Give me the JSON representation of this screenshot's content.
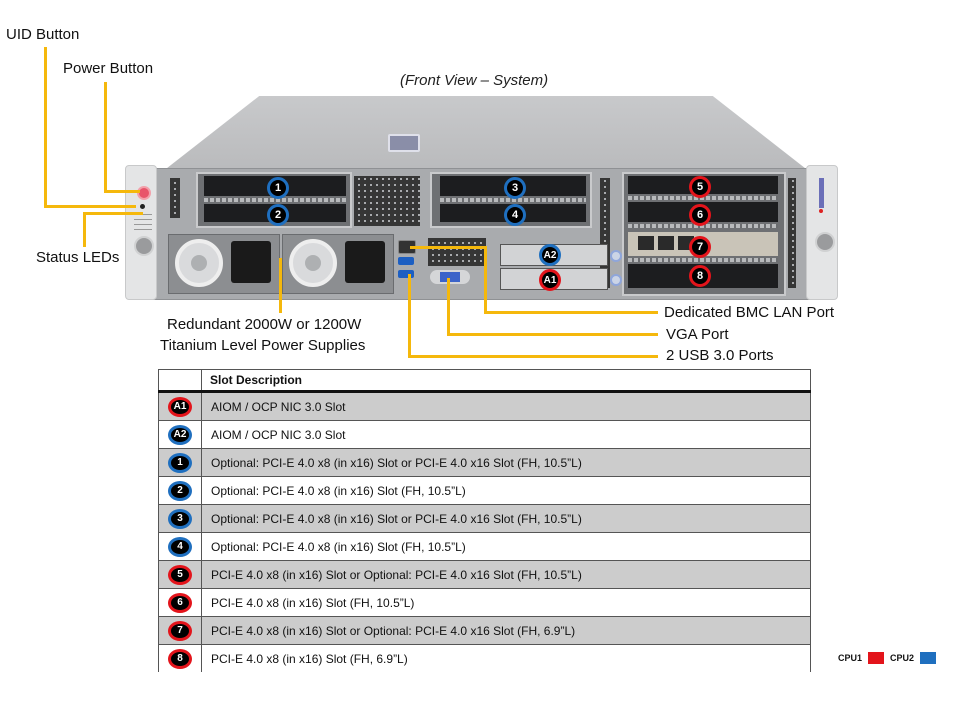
{
  "view_title": "(Front View – System)",
  "callouts": {
    "uid_button": "UID Button",
    "power_button": "Power Button",
    "status_leds": "Status LEDs",
    "psu_line1": "Redundant 2000W or 1200W",
    "psu_line2": "Titanium Level Power Supplies",
    "bmc_lan": "Dedicated BMC LAN Port",
    "vga": "VGA Port",
    "usb": "2 USB 3.0 Ports"
  },
  "colors": {
    "callout_line": "#f5b80c",
    "cpu1": "#e3141b",
    "cpu2": "#1f6fbf",
    "row_shade": "#cccccc"
  },
  "server_badges": {
    "slot1": "1",
    "slot2": "2",
    "slot3": "3",
    "slot4": "4",
    "slot5": "5",
    "slot6": "6",
    "slot7": "7",
    "slot8": "8",
    "a1": "A1",
    "a2": "A2"
  },
  "table": {
    "header": "Slot Description",
    "rows": [
      {
        "badge": "A1",
        "cpu": "CPU1",
        "description": "AIOM / OCP NIC 3.0 Slot"
      },
      {
        "badge": "A2",
        "cpu": "CPU2",
        "description": "AIOM / OCP NIC 3.0 Slot"
      },
      {
        "badge": "1",
        "cpu": "CPU2",
        "description": "Optional: PCI-E 4.0 x8 (in x16) Slot or PCI-E 4.0 x16 Slot (FH, 10.5”L)"
      },
      {
        "badge": "2",
        "cpu": "CPU2",
        "description": "Optional: PCI-E 4.0 x8 (in x16) Slot (FH, 10.5”L)"
      },
      {
        "badge": "3",
        "cpu": "CPU2",
        "description": "Optional: PCI-E 4.0 x8 (in x16) Slot or PCI-E 4.0 x16 Slot (FH, 10.5”L)"
      },
      {
        "badge": "4",
        "cpu": "CPU2",
        "description": "Optional: PCI-E 4.0 x8 (in x16) Slot (FH, 10.5”L)"
      },
      {
        "badge": "5",
        "cpu": "CPU1",
        "description": "PCI-E 4.0 x8 (in x16) Slot or Optional: PCI-E 4.0 x16 Slot (FH, 10.5”L)"
      },
      {
        "badge": "6",
        "cpu": "CPU1",
        "description": "PCI-E 4.0 x8 (in x16) Slot (FH, 10.5”L)"
      },
      {
        "badge": "7",
        "cpu": "CPU1",
        "description": "PCI-E 4.0 x8 (in x16) Slot or Optional: PCI-E 4.0 x16 Slot (FH, 6.9”L)"
      },
      {
        "badge": "8",
        "cpu": "CPU1",
        "description": "PCI-E 4.0 x8 (in x16) Slot (FH, 6.9”L)"
      }
    ]
  },
  "legend": {
    "cpu1_label": "CPU1",
    "cpu2_label": "CPU2"
  }
}
